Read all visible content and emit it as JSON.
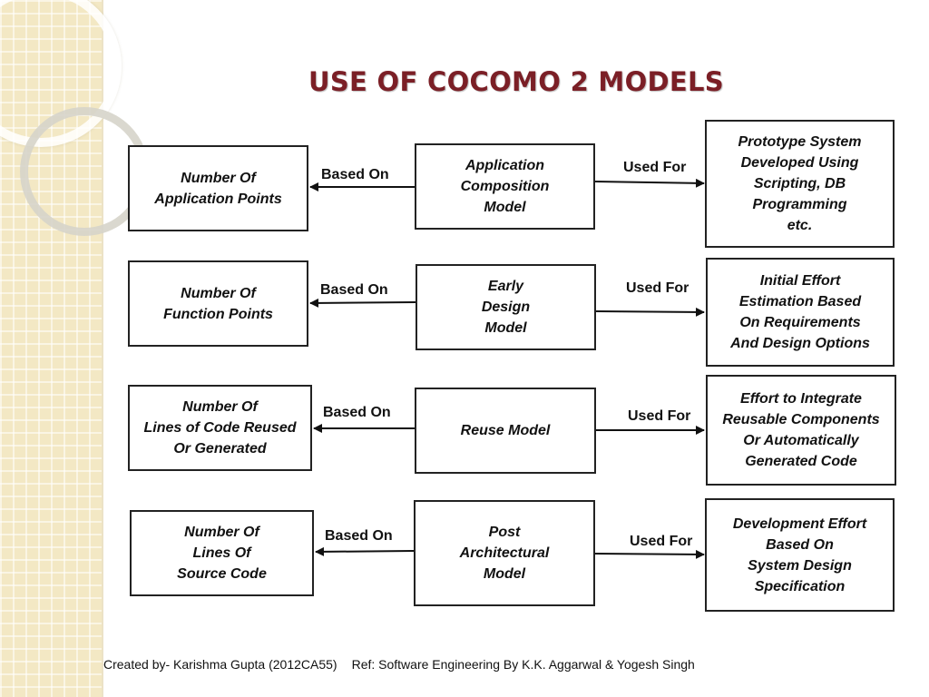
{
  "title": "USE OF COCOMO 2 MODELS",
  "rows": [
    {
      "input": "Number Of\nApplication Points",
      "based_on": "Based On",
      "model": "Application\nComposition\nModel",
      "used_for": "Used For",
      "purpose": "Prototype System\nDeveloped Using\nScripting, DB\nProgramming\netc."
    },
    {
      "input": "Number Of\nFunction Points",
      "based_on": "Based On",
      "model": "Early\nDesign\nModel",
      "used_for": "Used For",
      "purpose": "Initial Effort\nEstimation Based\nOn Requirements\nAnd Design Options"
    },
    {
      "input": "Number Of\nLines of Code Reused\nOr Generated",
      "based_on": "Based On",
      "model": "Reuse Model",
      "used_for": "Used For",
      "purpose": "Effort to Integrate\nReusable Components\nOr Automatically\nGenerated Code"
    },
    {
      "input": "Number Of\nLines Of\nSource Code",
      "based_on": "Based On",
      "model": "Post\nArchitectural\nModel",
      "used_for": "Used For",
      "purpose": "Development Effort\nBased On\nSystem Design\nSpecification"
    }
  ],
  "footer": {
    "created_by": "Created by- Karishma Gupta (2012CA55)",
    "reference": "Ref:  Software Engineering By K.K. Aggarwal & Yogesh Singh"
  }
}
